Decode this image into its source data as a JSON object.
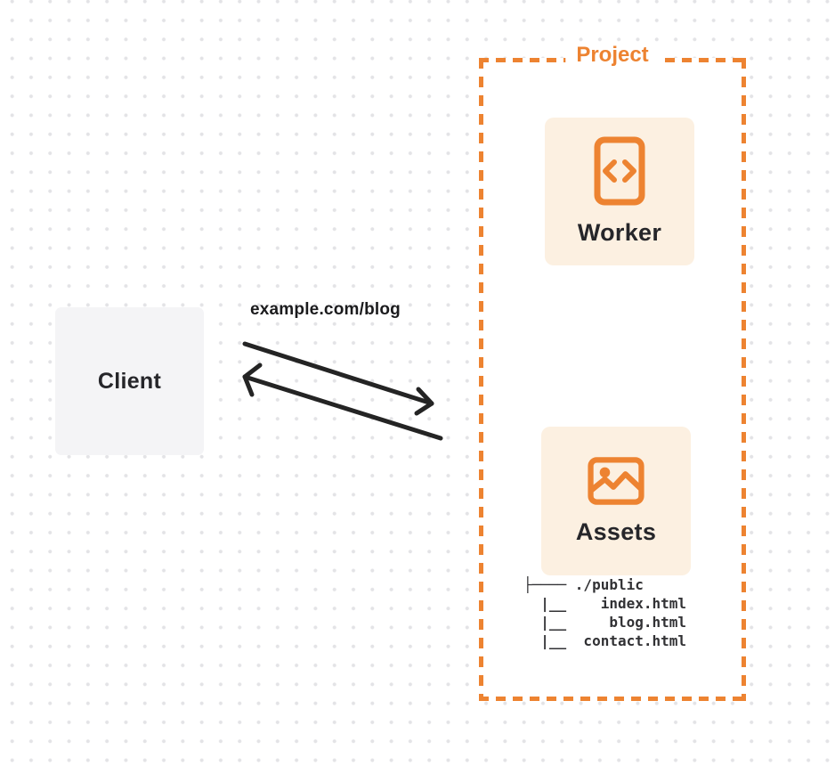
{
  "theme": {
    "accent": "#ED8331",
    "card_bg": "#FCF0E1",
    "client_bg": "#F4F4F6",
    "dot_color": "#E3E3E6",
    "arrow_color": "#242424",
    "text_dark": "#26262A"
  },
  "client": {
    "label": "Client"
  },
  "request": {
    "url_label": "example.com/blog"
  },
  "project": {
    "title": "Project",
    "worker": {
      "label": "Worker",
      "icon": "code-file-icon"
    },
    "assets": {
      "label": "Assets",
      "icon": "image-icon",
      "file_tree_lines": [
        "├──── ./public",
        "  |__    index.html",
        "  |__     blog.html",
        "  |__  contact.html"
      ]
    }
  }
}
